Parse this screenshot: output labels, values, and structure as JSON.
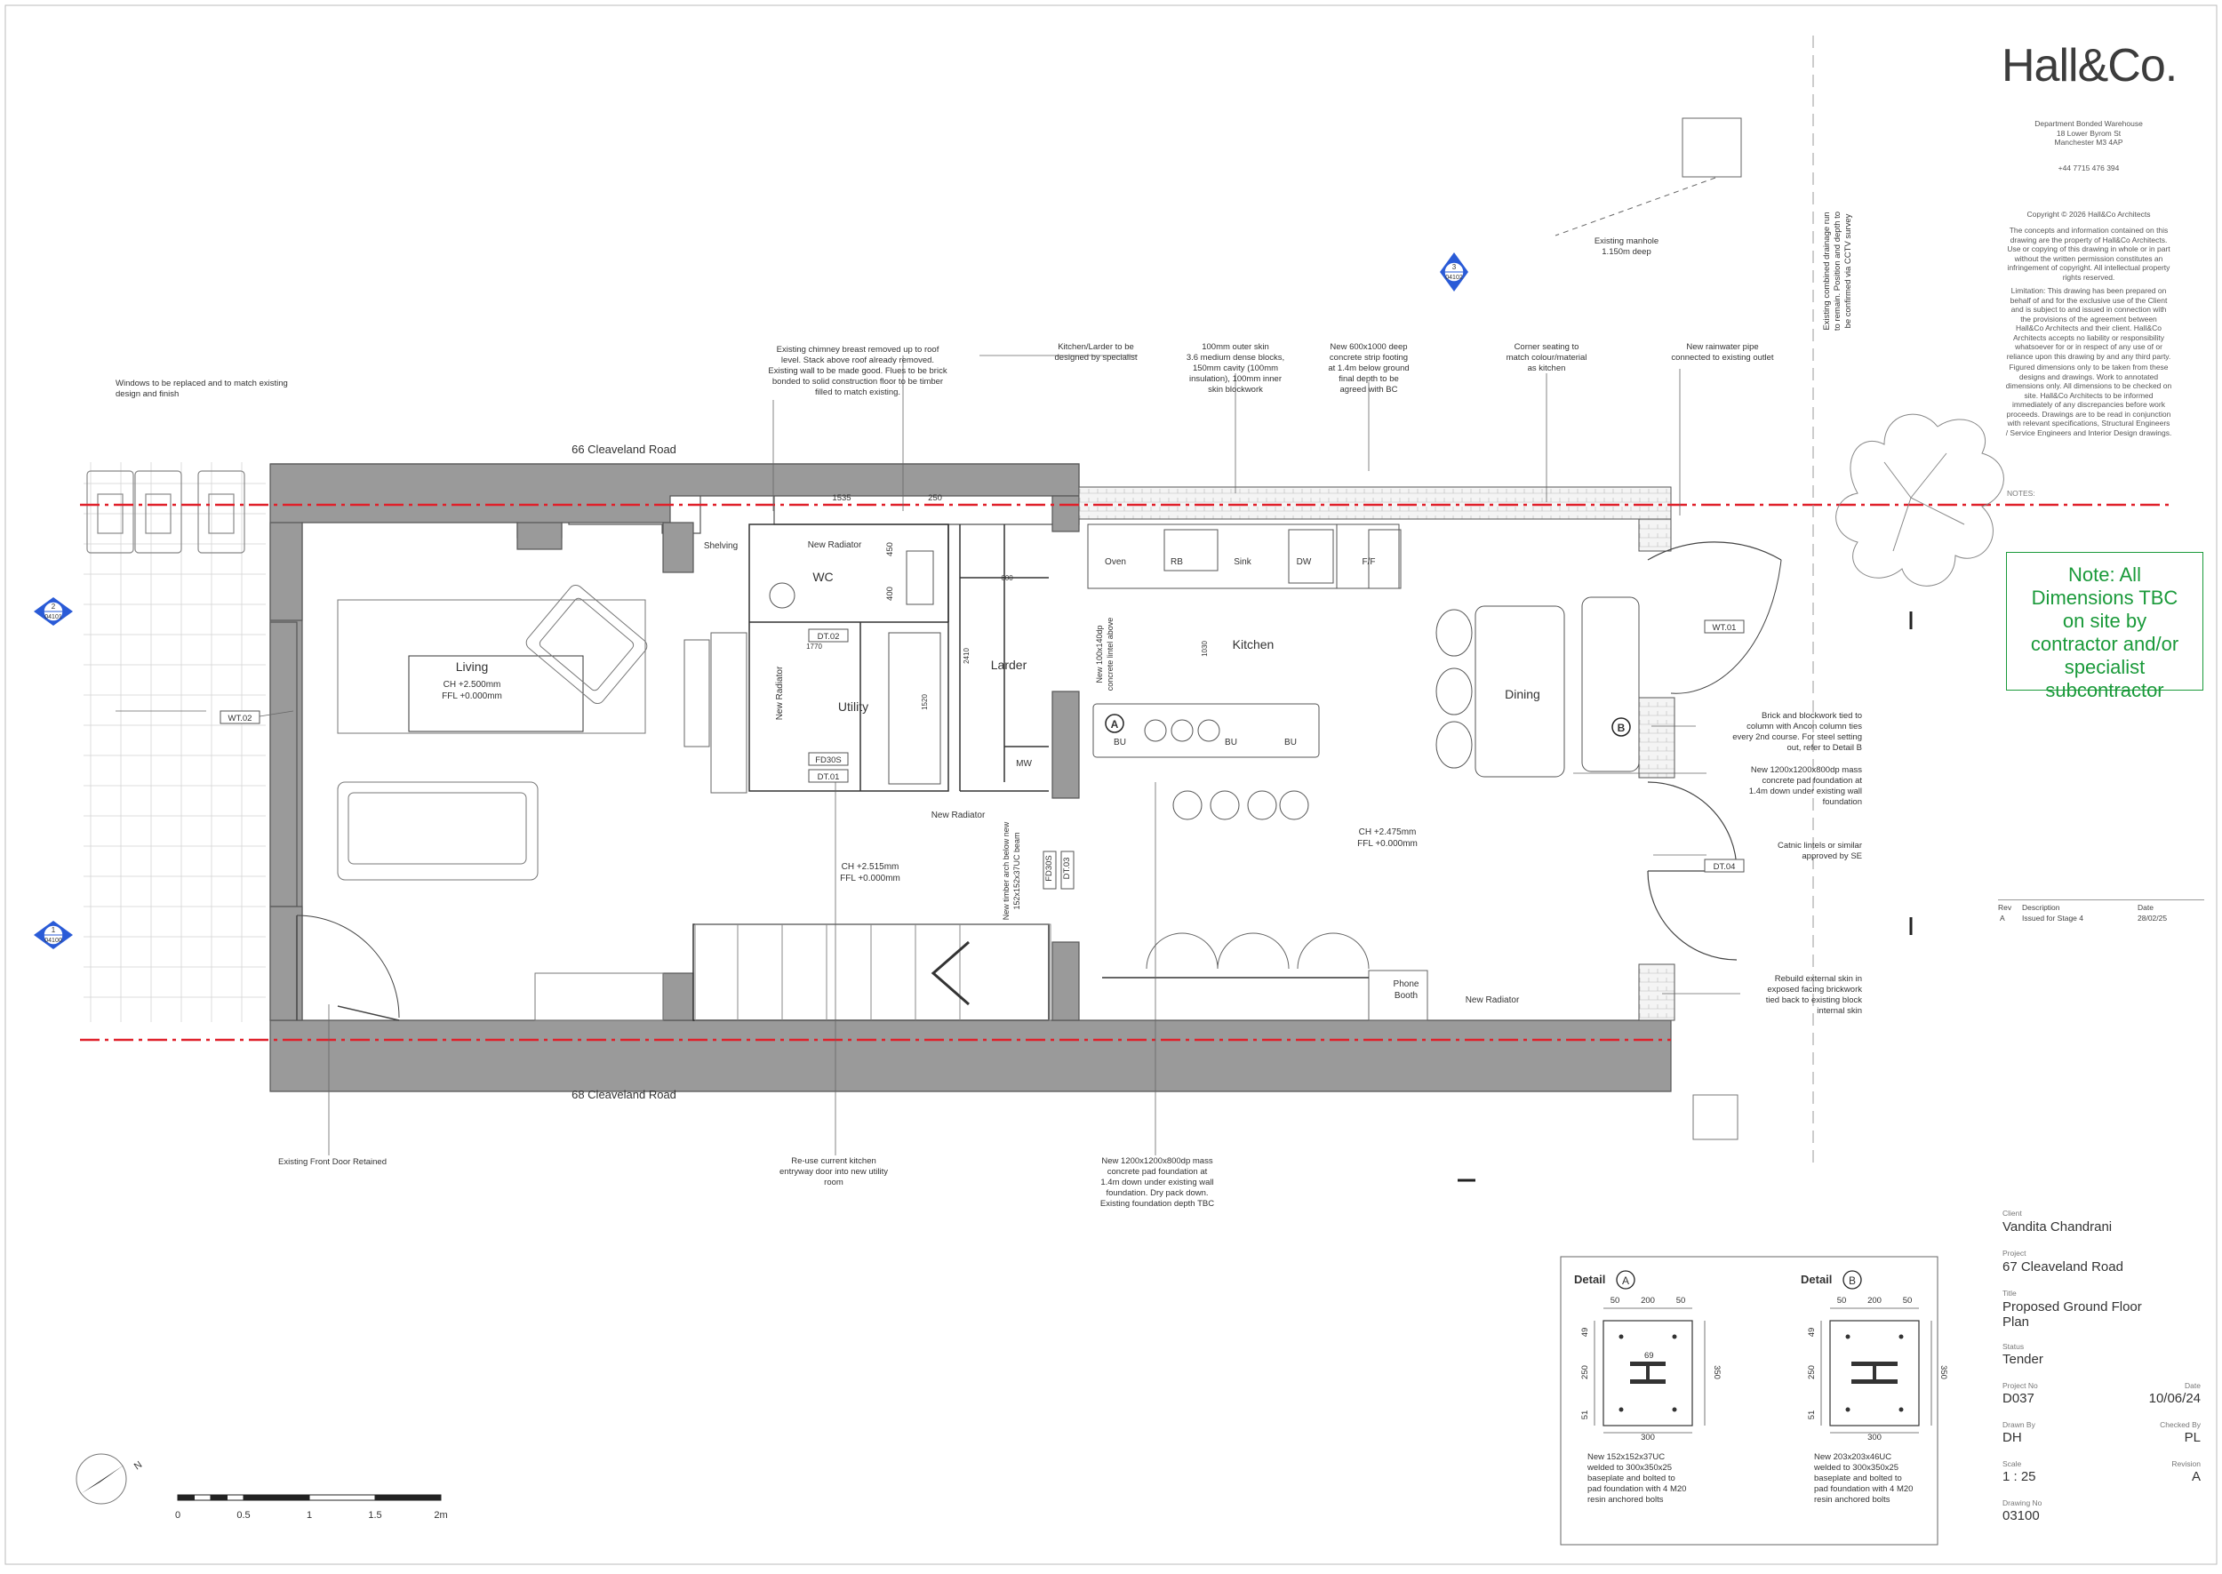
{
  "firm": {
    "logo": "Hall&Co.",
    "address": [
      "Department Bonded Warehouse",
      "18 Lower Byrom St",
      "Manchester M3 4AP"
    ],
    "phone": "+44 7715 476 394",
    "copyright": "Copyright © 2026 Hall&Co Architects",
    "disclaimer_1": [
      "The concepts and information contained on this",
      "drawing are the property of Hall&Co Architects.",
      "Use or copying of this drawing in whole or in part",
      "without the written permission constitutes an",
      "infringement of copyright. All intellectual property",
      "rights reserved."
    ],
    "disclaimer_2": [
      "Limitation: This drawing has been prepared on",
      "behalf of and for the exclusive use of the Client",
      "and is subject to and issued in connection with",
      "the provisions of the agreement between",
      "Hall&Co Architects and their client. Hall&Co",
      "Architects accepts no liability or responsibility",
      "whatsoever for or in respect of any use of or",
      "reliance upon this drawing by and any third party."
    ],
    "disclaimer_3": [
      "Figured dimensions only to be taken from these",
      "designs and drawings. Work to annotated",
      "dimensions only. All dimensions to be checked on",
      "site. Hall&Co Architects to be informed",
      "immediately of any discrepancies before work",
      "proceeds. Drawings are to be read in conjunction",
      "with relevant specifications, Structural Engineers",
      "/ Service Engineers and Interior Design drawings."
    ]
  },
  "notes_heading": "NOTES:",
  "note_box": [
    "Note: All",
    "Dimensions TBC",
    "on site by",
    "contractor and/or",
    "specialist",
    "subcontractor"
  ],
  "revisions": {
    "headers": [
      "Rev",
      "Description",
      "Date"
    ],
    "rows": [
      {
        "rev": "A",
        "description": "Issued for Stage 4",
        "date": "28/02/25"
      }
    ]
  },
  "title_block": {
    "client_label": "Client",
    "client": "Vandita Chandrani",
    "project_label": "Project",
    "project": "67 Cleaveland Road",
    "title_label": "Title",
    "title_line1": "Proposed Ground Floor",
    "title_line2": "Plan",
    "status_label": "Status",
    "status": "Tender",
    "project_no_label": "Project No",
    "project_no": "D037",
    "date_label": "Date",
    "date": "10/06/24",
    "drawn_by_label": "Drawn By",
    "drawn_by": "DH",
    "checked_by_label": "Checked By",
    "checked_by": "PL",
    "scale_label": "Scale",
    "scale": "1 : 25",
    "revision_label": "Revision",
    "revision": "A",
    "drawing_no_label": "Drawing No",
    "drawing_no": "03100"
  },
  "roads": {
    "top": "66 Cleaveland Road",
    "bottom": "68 Cleaveland Road"
  },
  "rooms": {
    "living": "Living",
    "living_ch": "CH +2.500mm",
    "living_ffl": "FFL +0.000mm",
    "wc": "WC",
    "utility": "Utility",
    "larder": "Larder",
    "kitchen": "Kitchen",
    "dining": "Dining",
    "hall_ch": "CH +2.515mm",
    "hall_ffl": "FFL +0.000mm",
    "ext_ch": "CH +2.475mm",
    "ext_ffl": "FFL +0.000mm",
    "shelving": "Shelving",
    "phone_booth": [
      "Phone",
      "Booth"
    ],
    "mw": "MW"
  },
  "fixtures": {
    "oven": "Oven",
    "rb": "RB",
    "sink": "Sink",
    "dw": "DW",
    "ff": "F/F",
    "bu": "BU",
    "new_radiator": "New Radiator"
  },
  "tags": {
    "wt01": "WT.01",
    "wt02": "WT.02",
    "dt01": "DT.01",
    "dt02": "DT.02",
    "dt03": "DT.03",
    "dt04": "DT.04",
    "fd30s": "FD30S",
    "fd30s_v": "FD30S"
  },
  "dims": {
    "d1535": "1535",
    "d250": "250",
    "d450": "450",
    "d400": "400",
    "d600": "600",
    "d1770": "1770",
    "d1520": "1520",
    "d2410": "2410",
    "d1030": "1030"
  },
  "section_markers": [
    {
      "num": "2",
      "ref": "04101"
    },
    {
      "num": "1",
      "ref": "04100"
    },
    {
      "num": "3",
      "ref": "04102"
    }
  ],
  "detail_markers": {
    "a": "A",
    "b": "B"
  },
  "annotations": {
    "windows": [
      "Windows to be replaced and to match existing",
      "design and finish"
    ],
    "chimney": [
      "Existing chimney breast removed up to roof",
      "level. Stack above roof already removed.",
      "Existing wall to be made good. Flues to be brick",
      "bonded to solid construction floor to be timber",
      "filled to match existing."
    ],
    "kitchen_larder": [
      "Kitchen/Larder to be",
      "designed by specialist"
    ],
    "outer_skin": [
      "100mm outer skin",
      "3.6 medium dense blocks,",
      "150mm cavity (100mm",
      "insulation), 100mm inner",
      "skin blockwork"
    ],
    "strip_footing": [
      "New 600x1000 deep",
      "concrete strip footing",
      "at 1.4m below ground",
      "final depth to be",
      "agreed with BC"
    ],
    "corner_seating": [
      "Corner seating to",
      "match colour/material",
      "as kitchen"
    ],
    "rainwater": [
      "New rainwater pipe",
      "connected to existing outlet"
    ],
    "manhole": [
      "Existing manhole",
      "1.150m deep"
    ],
    "drainage": [
      "Existing combined drainage run",
      "to remain. Position and depth to",
      "be confirmed via CCTV survey"
    ],
    "brick_block": [
      "Brick and blockwork tied to",
      "column with Ancon column ties",
      "every 2nd course. For steel setting",
      "out, refer to Detail B"
    ],
    "pad_right": [
      "New 1200x1200x800dp mass",
      "concrete pad foundation at",
      "1.4m down under existing wall",
      "foundation"
    ],
    "catnic": [
      "Catnic lintels or similar",
      "approved by SE"
    ],
    "rebuild": [
      "Rebuild external skin in",
      "exposed facing brickwork",
      "tied back to existing block",
      "internal skin"
    ],
    "front_door": "Existing Front Door Retained",
    "reuse_door": [
      "Re-use current kitchen",
      "entryway door into new utility",
      "room"
    ],
    "pad_bottom": [
      "New 1200x1200x800dp mass",
      "concrete pad foundation at",
      "1.4m down under existing wall",
      "foundation. Dry pack down.",
      "Existing foundation depth TBC"
    ],
    "lintel": [
      "New 100x140dp",
      "concrete lintel above"
    ],
    "timber_arch": [
      "New timber arch below new",
      "152x152x37UC beam"
    ]
  },
  "details": {
    "a": {
      "title": "Detail",
      "letter": "A",
      "dims_top": [
        "50",
        "200",
        "50"
      ],
      "d69": "69",
      "d49": "49",
      "d250": "250",
      "d51": "51",
      "d350": "350",
      "d300": "300",
      "caption": [
        "New 152x152x37UC",
        "welded to 300x350x25",
        "baseplate and bolted to",
        "pad foundation with 4 M20",
        "resin anchored bolts"
      ]
    },
    "b": {
      "title": "Detail",
      "letter": "B",
      "dims_top": [
        "50",
        "200",
        "50"
      ],
      "d49": "49",
      "d250": "250",
      "d51": "51",
      "d350": "350",
      "d300": "300",
      "caption": [
        "New 203x203x46UC",
        "welded to 300x350x25",
        "baseplate and bolted to",
        "pad foundation with 4 M20",
        "resin anchored bolts"
      ]
    }
  },
  "scale_bar": {
    "labels": [
      "0",
      "0.5",
      "1",
      "1.5",
      "2m"
    ]
  },
  "north": "N",
  "colors": {
    "wall_fill": "#9a9a9a",
    "party_line": "#e0202a",
    "note_green": "#1a9a3a",
    "marker_blue": "#2a5bd7"
  }
}
